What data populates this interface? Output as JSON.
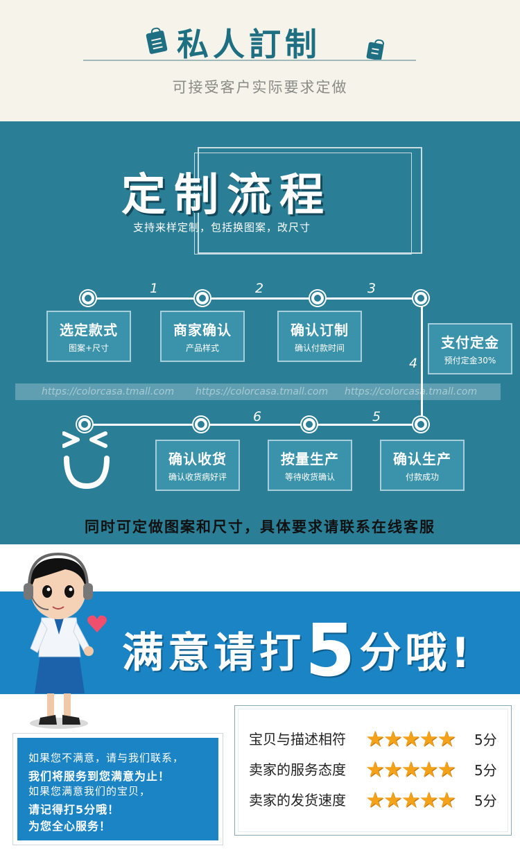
{
  "header": {
    "title": "私人訂制",
    "subtitle": "可接受客户实际要求定做"
  },
  "process": {
    "title": "定制流程",
    "subtitle": "支持来样定制，包括换图案，改尺寸",
    "step_numbers": [
      "1",
      "2",
      "3",
      "4",
      "5",
      "6"
    ],
    "steps": [
      {
        "main": "选定款式",
        "sub": "图案+尺寸"
      },
      {
        "main": "商家确认",
        "sub": "产品样式"
      },
      {
        "main": "确认订制",
        "sub": "确认付款时间"
      },
      {
        "main": "支付定金",
        "sub": "预付定金30%"
      },
      {
        "main": "按量生产",
        "sub": "等待收货确认"
      },
      {
        "main": "确认生产",
        "sub": "付款成功"
      },
      {
        "main": "确认收货",
        "sub": "确认收货病好评"
      }
    ],
    "watermark": [
      "https://colorcasa.tmall.com",
      "https://colorcasa.tmall.com",
      "https://colorcasa.tmall.com"
    ],
    "note": "同时可定做图案和尺寸，具体要求请联系在线客服"
  },
  "rating": {
    "title_before": "满意请打",
    "title_number": "5",
    "title_after": "分哦!",
    "message_lines": [
      "如果您不满意，请与我们联系，",
      "我们将服务到您满意为止！",
      "如果您满意我们的宝贝，",
      "请记得打5分哦！",
      "为您全心服务！"
    ],
    "items": [
      {
        "label": "宝贝与描述相符",
        "stars": 5,
        "score": "5分"
      },
      {
        "label": "卖家的服务态度",
        "stars": 5,
        "score": "5分"
      },
      {
        "label": "卖家的发货速度",
        "stars": 5,
        "score": "5分"
      }
    ],
    "colors": {
      "blue": "#1b84c4",
      "star": "#f4a21a"
    }
  }
}
